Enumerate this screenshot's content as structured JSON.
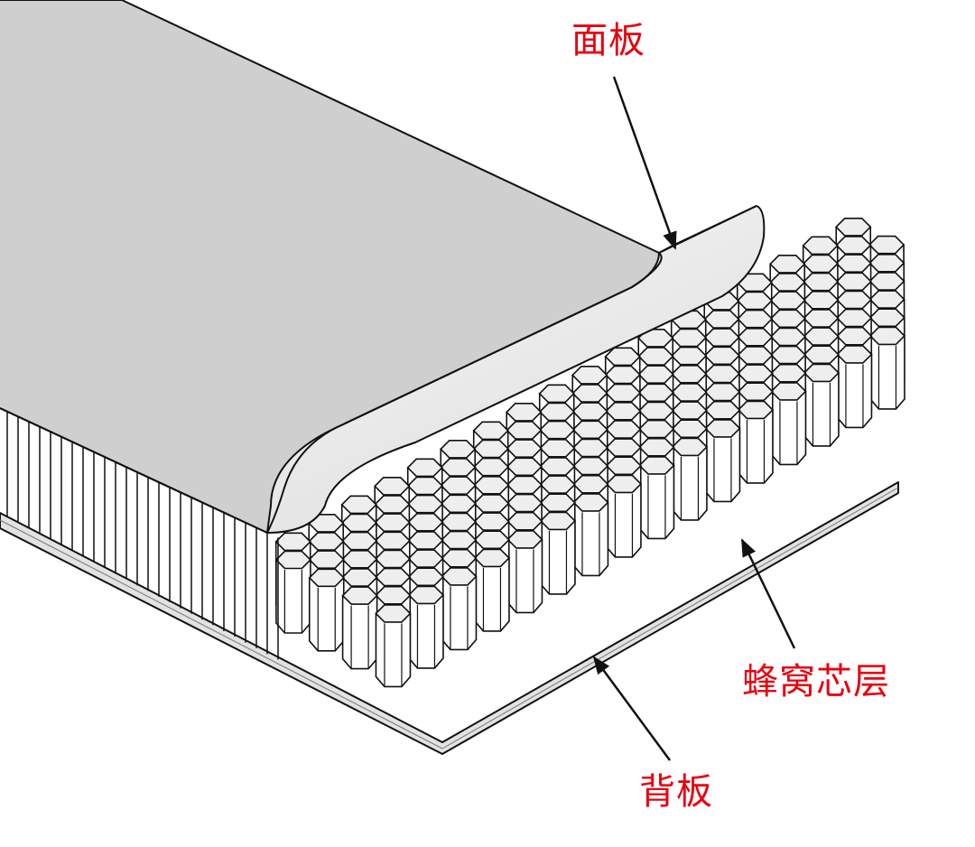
{
  "labels": {
    "face_sheet": "面板",
    "honeycomb_core": "蜂窝芯层",
    "back_sheet": "背板"
  },
  "colors": {
    "label": "#e8000e",
    "line": "#111111",
    "face_fill": "#cfcfcf",
    "face_edge": "#ededed",
    "cell_fill": "#ffffff",
    "cell_shade": "#eeeeee",
    "back_fill": "#e2e2e2"
  }
}
